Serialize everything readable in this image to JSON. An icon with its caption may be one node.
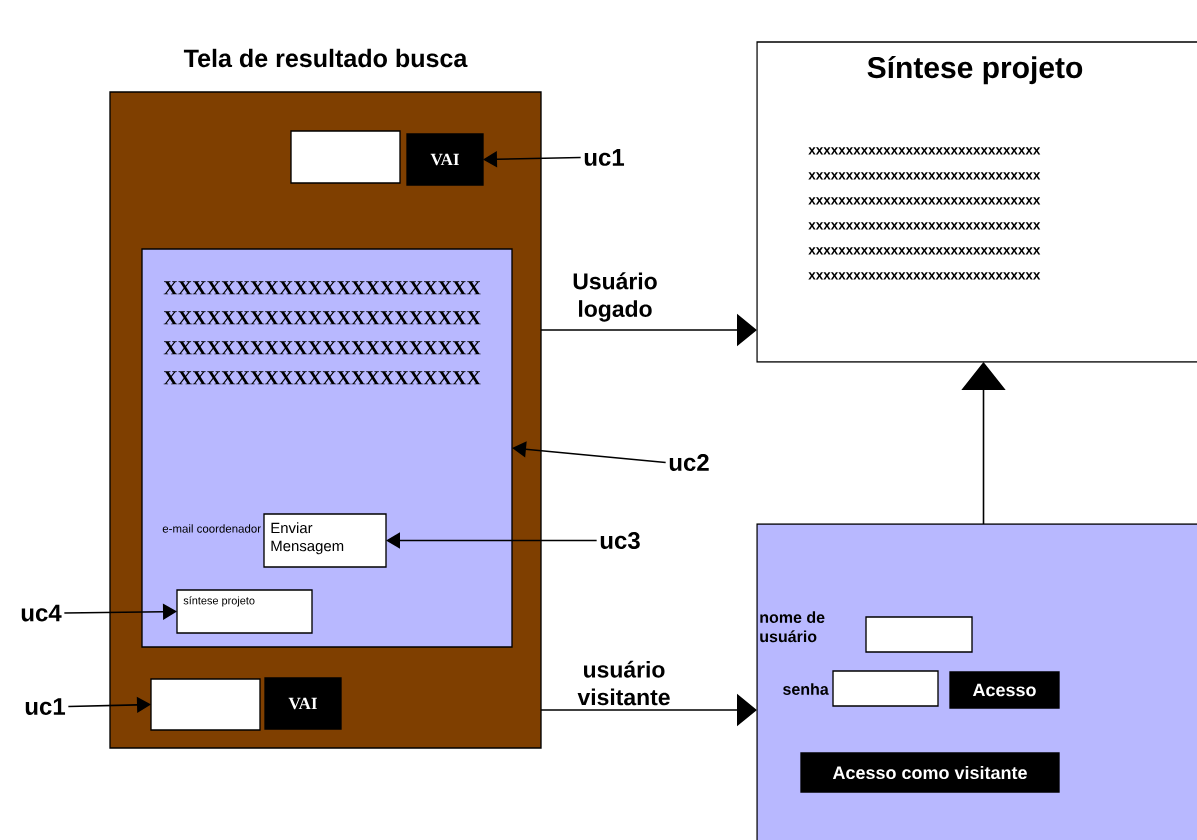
{
  "diagram": {
    "nodes": [
      {
        "text": [
          "Tela de resultado busca"
        ]
      },
      {
        "text": [],
        "shape": "box",
        "in": 0
      },
      {
        "text": [
          "VAI"
        ],
        "in": 0
      },
      {
        "text": [
          "XXXXXXXXXXXXXXXXXXXXXX",
          "XXXXXXXXXXXXXXXXXXXXXX",
          "XXXXXXXXXXXXXXXXXXXXXX",
          "XXXXXXXXXXXXXXXXXXXXXX"
        ],
        "in": 0
      },
      {
        "text": [
          "Enviar Mensagem"
        ],
        "beside": [
          "e-mail coordenador"
        ],
        "in": 3
      },
      {
        "text": [
          "síntese projeto"
        ],
        "in": 3
      },
      {
        "text": [],
        "shape": "box",
        "in": 0
      },
      {
        "text": [
          "VAI"
        ],
        "in": 0
      },
      {
        "text": [
          "Síntese projeto",
          "xxxxxxxxxxxxxxxxxxxxxxxxxxxxxxx",
          "xxxxxxxxxxxxxxxxxxxxxxxxxxxxxxx",
          "xxxxxxxxxxxxxxxxxxxxxxxxxxxxxxx",
          "xxxxxxxxxxxxxxxxxxxxxxxxxxxxxxx",
          "xxxxxxxxxxxxxxxxxxxxxxxxxxxxxxx",
          "xxxxxxxxxxxxxxxxxxxxxxxxxxxxxxx"
        ]
      },
      {
        "text": [
          "nome de usuário",
          "senha"
        ]
      },
      {
        "text": [],
        "shape": "box",
        "in": 9
      },
      {
        "text": [],
        "shape": "box",
        "in": 9
      },
      {
        "text": [
          "Acesso"
        ],
        "in": 9
      },
      {
        "text": [
          "Acesso como visitante"
        ],
        "in": 9
      },
      {
        "text": [
          "uc1"
        ]
      },
      {
        "text": [
          "uc2"
        ]
      },
      {
        "text": [
          "uc3"
        ]
      },
      {
        "text": [
          "uc4"
        ]
      },
      {
        "text": [
          "uc1"
        ]
      }
    ],
    "edges": [
      {
        "from": 14,
        "to": 2,
        "arrow": "to"
      },
      {
        "from": 15,
        "to": 3,
        "arrow": "to"
      },
      {
        "from": 16,
        "to": 4,
        "arrow": "to"
      },
      {
        "from": 17,
        "to": 5,
        "arrow": "to"
      },
      {
        "from": 18,
        "to": 6,
        "arrow": "to"
      },
      {
        "from": 0,
        "to": 8,
        "arrow": "to",
        "label": "Usuário logado"
      },
      {
        "from": 0,
        "to": 9,
        "arrow": "to",
        "label": "usuário visitante"
      },
      {
        "from": 9,
        "to": 8,
        "arrow": "to"
      }
    ]
  }
}
